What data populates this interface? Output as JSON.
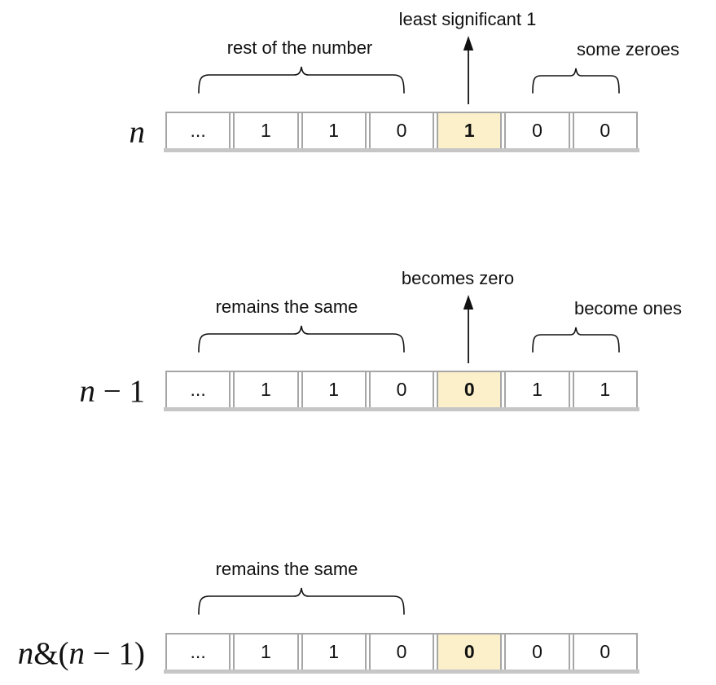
{
  "title": "n & (n-1) bit trick diagram",
  "colors": {
    "highlight": "#fbf0ca",
    "cell_border": "#a6a6a6",
    "shadow_band": "#c6c6c6",
    "text": "#111111"
  },
  "rows": [
    {
      "name": "n",
      "label_parts": {
        "p0": "n"
      },
      "cells": [
        "...",
        "1",
        "1",
        "0",
        "1",
        "0",
        "0"
      ],
      "highlight_index": 4,
      "annotations": {
        "pointer_label": "least significant 1",
        "left_brace_label": "rest of the number",
        "right_brace_label": "some zeroes"
      }
    },
    {
      "name": "n-1",
      "label_parts": {
        "p0": "n",
        "p1": " − 1"
      },
      "cells": [
        "...",
        "1",
        "1",
        "0",
        "0",
        "1",
        "1"
      ],
      "highlight_index": 4,
      "annotations": {
        "pointer_label": "becomes zero",
        "left_brace_label": "remains the same",
        "right_brace_label": "become ones"
      }
    },
    {
      "name": "n&(n-1)",
      "label_parts": {
        "p0": "n",
        "p1": "&(",
        "p2": "n",
        "p3": " − 1)"
      },
      "cells": [
        "...",
        "1",
        "1",
        "0",
        "0",
        "0",
        "0"
      ],
      "highlight_index": 4,
      "annotations": {
        "left_brace_label": "remains the same"
      }
    }
  ]
}
